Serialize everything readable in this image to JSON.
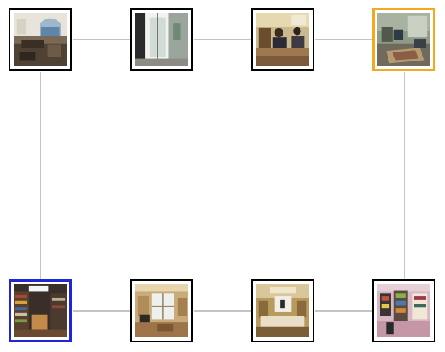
{
  "colors": {
    "connector": "#888888",
    "tile_border": "#000000",
    "active_border": "#f5a81e",
    "selected_border": "#1f26d6"
  },
  "photos": [
    {
      "id": "photo-1",
      "scene": "living-room-arched-window",
      "state": "default"
    },
    {
      "id": "photo-2",
      "scene": "hallway-glass-door",
      "state": "default"
    },
    {
      "id": "photo-3",
      "scene": "office-workers-at-desks",
      "state": "default"
    },
    {
      "id": "photo-4",
      "scene": "office-rug-seating",
      "state": "active"
    },
    {
      "id": "photo-5",
      "scene": "library-bookshelves",
      "state": "selected"
    },
    {
      "id": "photo-6",
      "scene": "room-french-doors",
      "state": "default"
    },
    {
      "id": "photo-7",
      "scene": "reception-desk",
      "state": "default"
    },
    {
      "id": "photo-8",
      "scene": "shop-shelves",
      "state": "default"
    }
  ]
}
